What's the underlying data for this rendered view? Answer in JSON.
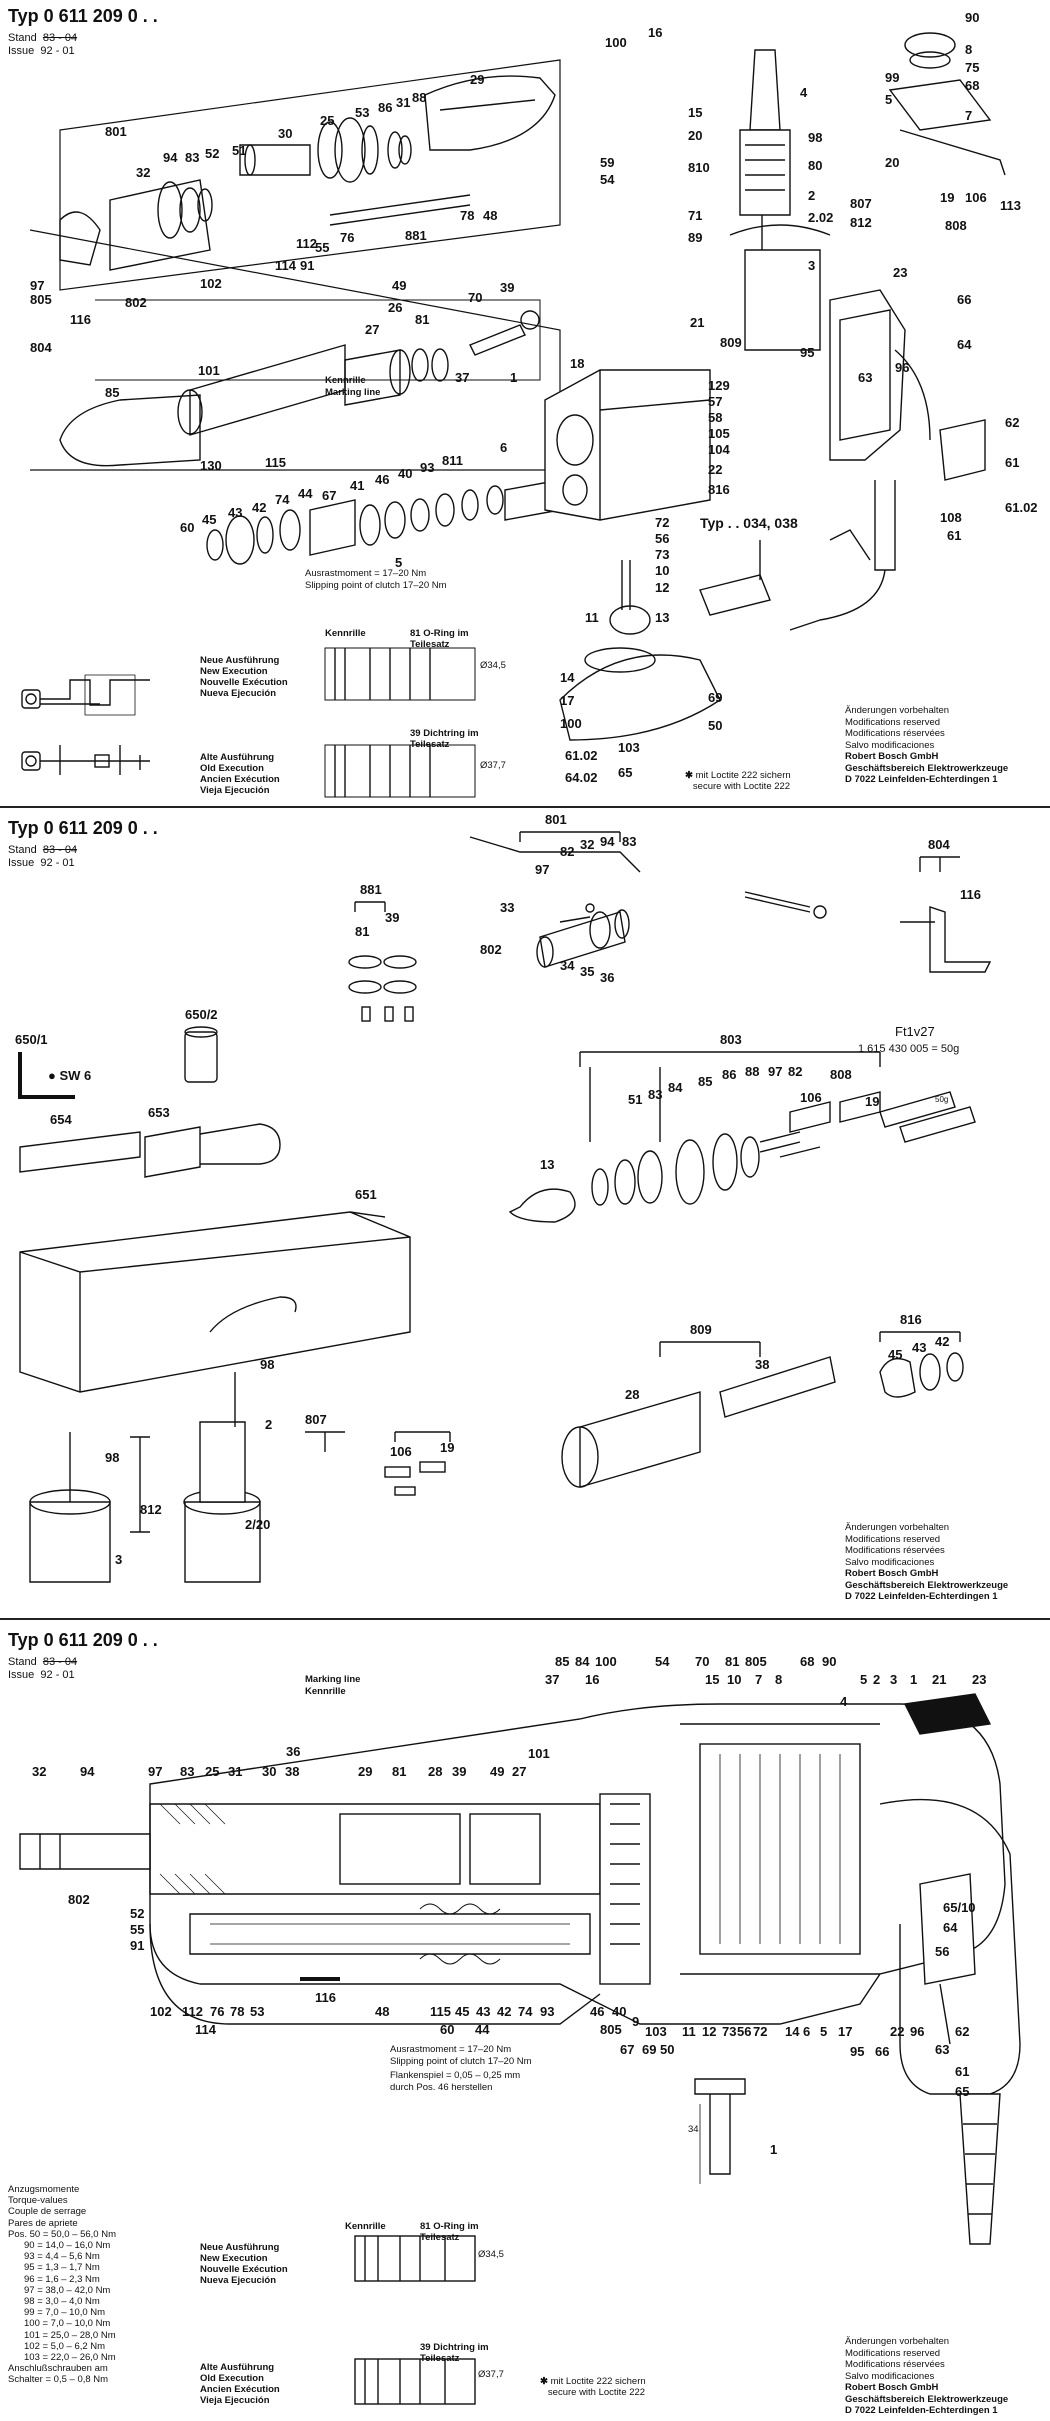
{
  "header": {
    "typ": "Typ 0 611 209 0 . .",
    "stand_label": "Stand",
    "issue_label": "Issue",
    "stand_old": "83 - 04",
    "stand_new": "92 - 01"
  },
  "sheet1": {
    "labels": [
      "801",
      "32",
      "94",
      "83",
      "52",
      "51",
      "30",
      "25",
      "53",
      "86",
      "31",
      "88",
      "29",
      "100",
      "16",
      "15",
      "20",
      "810",
      "59",
      "54",
      "71",
      "89",
      "4",
      "98",
      "80",
      "2",
      "2.02",
      "807",
      "812",
      "3",
      "90",
      "8",
      "75",
      "68",
      "99",
      "5",
      "7",
      "20",
      "113",
      "19",
      "106",
      "808",
      "97",
      "805",
      "804",
      "116",
      "802",
      "102",
      "114",
      "91",
      "112",
      "55",
      "76",
      "78",
      "48",
      "881",
      "49",
      "70",
      "39",
      "81",
      "26",
      "27",
      "37",
      "1",
      "18",
      "21",
      "809",
      "101",
      "85",
      "130",
      "129",
      "57",
      "58",
      "105",
      "104",
      "22",
      "816",
      "115",
      "60",
      "45",
      "43",
      "42",
      "74",
      "44",
      "67",
      "41",
      "46",
      "40",
      "93",
      "811",
      "5",
      "6",
      "72",
      "56",
      "73",
      "10",
      "12",
      "11",
      "13",
      "14",
      "17",
      "100",
      "69",
      "50",
      "103",
      "65",
      "61.02",
      "64.02",
      "23",
      "66",
      "64",
      "95",
      "63",
      "96",
      "62",
      "61",
      "108",
      "61.02",
      "61"
    ],
    "typ_variant": "Typ . . 034, 038",
    "clutch_de": "Ausrastmoment = 17–20 Nm",
    "clutch_en": "Slipping point of clutch 17–20 Nm",
    "kennrille": "Kennrille",
    "marking_line": "Marking line",
    "loctite": "mit Loctite 222 sichern",
    "loctite_en": "secure with Loctite 222"
  },
  "legend_new": [
    "Neue Ausführung",
    "New Execution",
    "Nouvelle Exécution",
    "Nueva Ejecución"
  ],
  "legend_old": [
    "Alte Ausführung",
    "Old Execution",
    "Ancien Exécution",
    "Vieja Ejecución"
  ],
  "oring_note": "81 O-Ring im Teilesatz",
  "dicht_note": "39 Dichtring im Teilesatz",
  "dim_new": "Ø34,5",
  "dim_old": "Ø37,7",
  "modifications": [
    "Änderungen vorbehalten",
    "Modifications reserved",
    "Modifications réservées",
    "Salvo modificaciones",
    "Robert Bosch GmbH",
    "Geschäftsbereich Elektrowerkzeuge",
    "D 7022 Leinfelden-Echterdingen 1"
  ],
  "sheet2": {
    "kits": [
      "801",
      "804",
      "881",
      "803",
      "808",
      "816",
      "809",
      "807",
      "812"
    ],
    "items": [
      "650/2",
      "650/1",
      "SW 6",
      "653",
      "654",
      "651",
      "97",
      "82",
      "32",
      "94",
      "83",
      "33",
      "802",
      "34",
      "35",
      "36",
      "116",
      "81",
      "39",
      "13",
      "51",
      "83",
      "84",
      "85",
      "86",
      "88",
      "97",
      "82",
      "106",
      "19",
      "45",
      "43",
      "42",
      "28",
      "38",
      "98",
      "2",
      "3",
      "98",
      "2/20",
      "106",
      "19"
    ],
    "grease": "Ft1v27",
    "grease_part": "1 615 430 005 = 50g",
    "grease_tag": "50g"
  },
  "sheet3": {
    "top_labels": [
      "85",
      "84",
      "100",
      "54",
      "70",
      "15",
      "10",
      "81",
      "805",
      "7",
      "8",
      "68",
      "90",
      "2",
      "3",
      "5",
      "1",
      "21",
      "23",
      "37",
      "16",
      "4"
    ],
    "left_labels": [
      "32",
      "94",
      "97",
      "83",
      "25",
      "31",
      "30",
      "38",
      "36",
      "29",
      "81",
      "28",
      "39",
      "49",
      "27",
      "101",
      "52",
      "55",
      "91",
      "802"
    ],
    "bottom_labels": [
      "102",
      "112",
      "76",
      "78",
      "53",
      "114",
      "116",
      "48",
      "115",
      "45",
      "43",
      "42",
      "74",
      "93",
      "46",
      "40",
      "60",
      "44",
      "805",
      "9",
      "67",
      "69",
      "103",
      "50",
      "11",
      "12",
      "73",
      "56",
      "72",
      "14",
      "6",
      "5",
      "17",
      "95",
      "66",
      "22",
      "96",
      "63",
      "62",
      "61",
      "65",
      "65/10",
      "64",
      "56",
      "1"
    ],
    "flank_de": "Flankenspiel = 0,05 – 0,25 mm",
    "flank_en": "durch Pos. 46 herstellen",
    "dim_34": "34"
  },
  "torque": {
    "title": [
      "Anzugsmomente",
      "Torque-values",
      "Couple de serrage",
      "Pares de apriete"
    ],
    "rows": [
      "Pos. 50 = 50,0 – 56,0 Nm",
      "90 = 14,0 – 16,0 Nm",
      "93 = 4,4 – 5,6 Nm",
      "95 = 1,3 – 1,7 Nm",
      "96 = 1,6 – 2,3 Nm",
      "97 = 38,0 – 42,0 Nm",
      "98 = 3,0 – 4,0 Nm",
      "99 = 7,0 – 10,0 Nm",
      "100 = 7,0 – 10,0 Nm",
      "101 = 25,0 – 28,0 Nm",
      "102 = 5,0 – 6,2 Nm",
      "103 = 22,0 – 26,0 Nm",
      "Anschlußschrauben am",
      "Schalter = 0,5 – 0,8 Nm"
    ]
  }
}
